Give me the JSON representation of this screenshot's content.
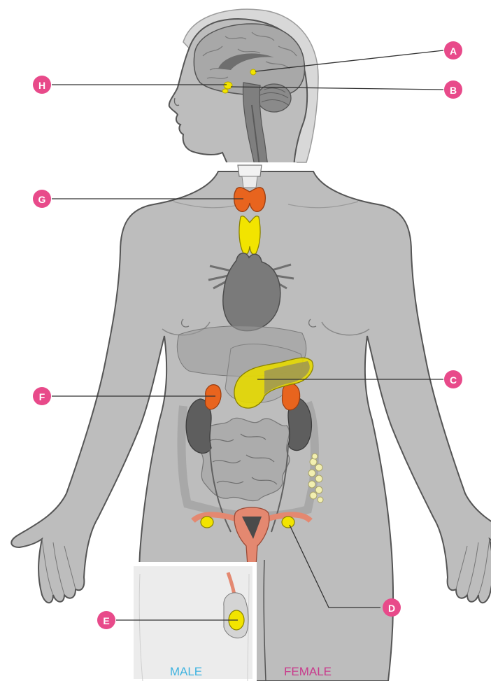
{
  "labels": {
    "a": "A",
    "b": "B",
    "c": "C",
    "d": "D",
    "e": "E",
    "f": "F",
    "g": "G",
    "h": "H"
  },
  "captions": {
    "male": "MALE",
    "female": "FEMALE"
  },
  "colors": {
    "marker": "#e84a8a",
    "male_caption": "#3fb3e0",
    "female_caption": "#c83a8c",
    "gland_yellow": "#f2e400",
    "gland_orange": "#e8641e",
    "body_gray": "#bdbdbd"
  }
}
